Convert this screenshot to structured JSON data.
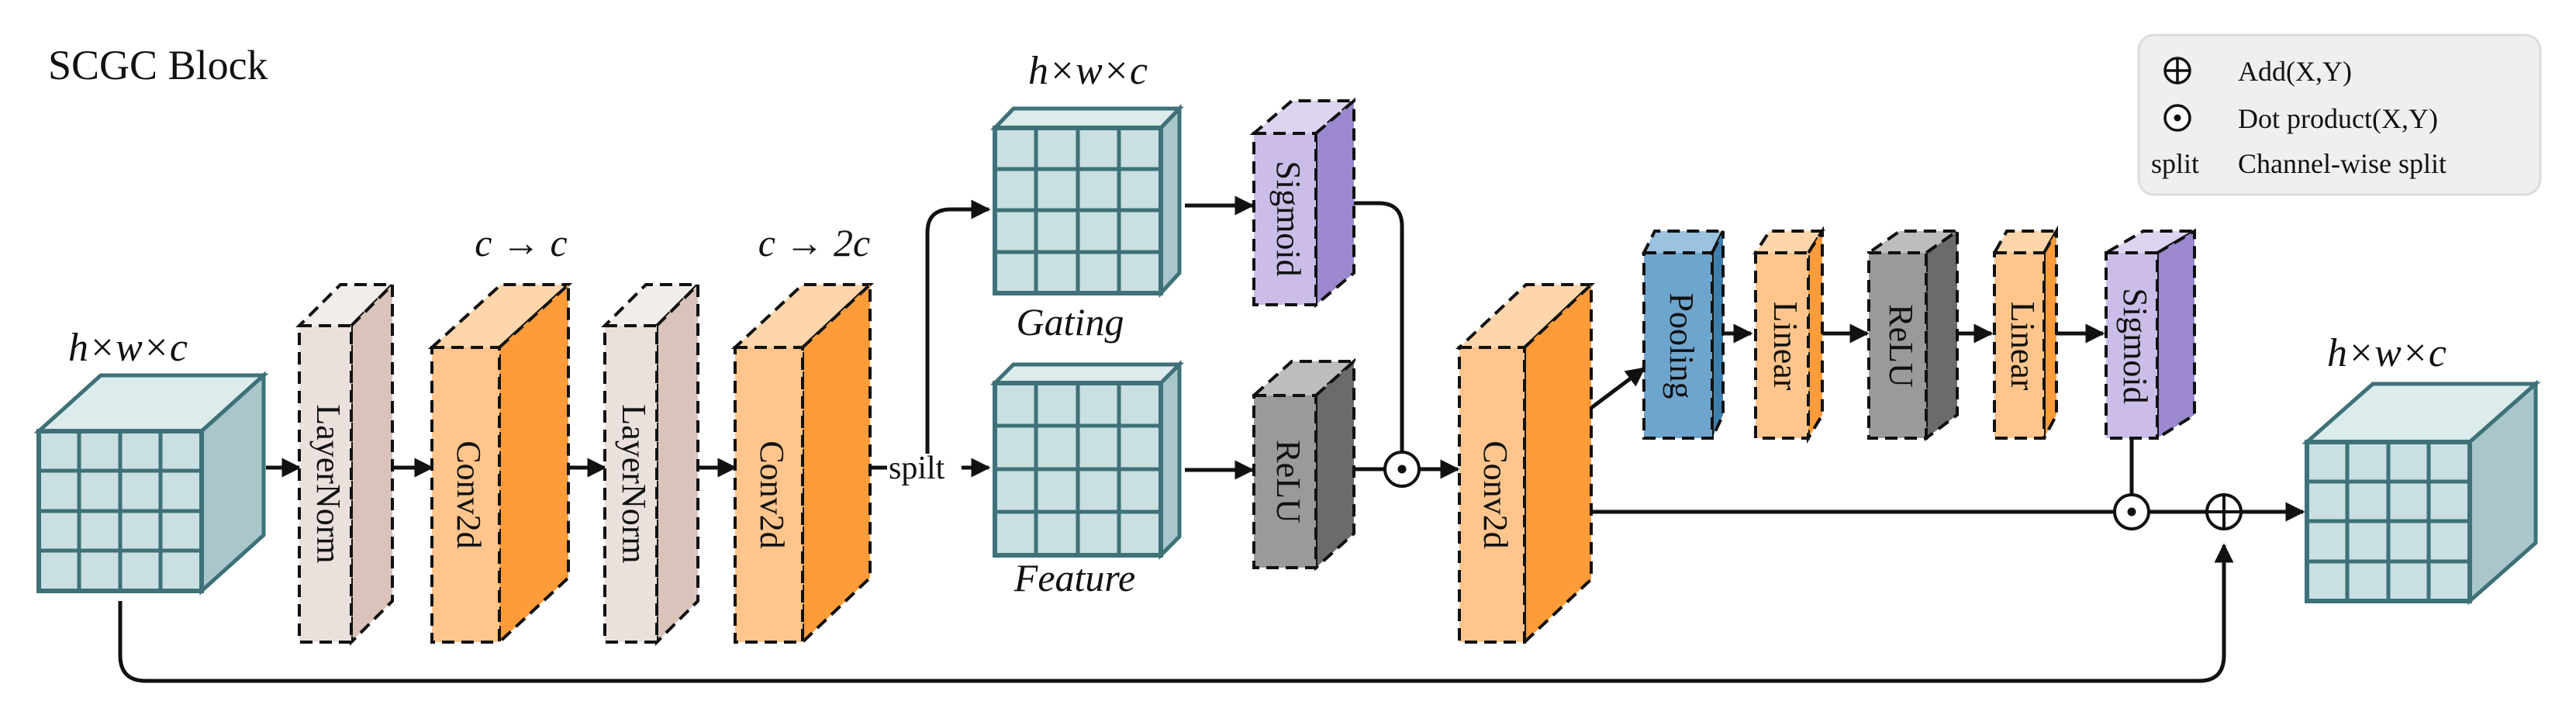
{
  "title": "SCGC Block",
  "colors": {
    "cube_front": "#c9dfe1",
    "cube_top": "#dcebec",
    "cube_side": "#a9c7ca",
    "cube_stroke": "#3e7178",
    "layernorm": "#eae0dc",
    "conv": "#ffc58d",
    "sigmoid": "#cbbde8",
    "relu": "#9a9a9a",
    "pooling": "#6ea5cd",
    "linear": "#ffc58d"
  },
  "dims": {
    "input": "h×w×c",
    "gating": "h×w×c",
    "output": "h×w×c",
    "conv1": "c → c",
    "conv2": "c → 2c"
  },
  "labels": {
    "gating": "Gating",
    "feature": "Feature",
    "split": "spilt"
  },
  "blocks": {
    "layernorm1": "LayerNorm",
    "conv1": "Conv2d",
    "layernorm2": "LayerNorm",
    "conv2": "Conv2d",
    "sigmoid1": "Sigmoid",
    "relu1": "ReLU",
    "conv3": "Conv2d",
    "pooling": "Pooling",
    "linear1": "Linear",
    "relu2": "ReLU",
    "linear2": "Linear",
    "sigmoid2": "Sigmoid"
  },
  "legend": [
    {
      "symbol": "⊕",
      "text": "Add(X,Y)"
    },
    {
      "symbol": "⊙",
      "text": "Dot product(X,Y)"
    },
    {
      "symbol": "split",
      "text": "Channel-wise split"
    }
  ]
}
